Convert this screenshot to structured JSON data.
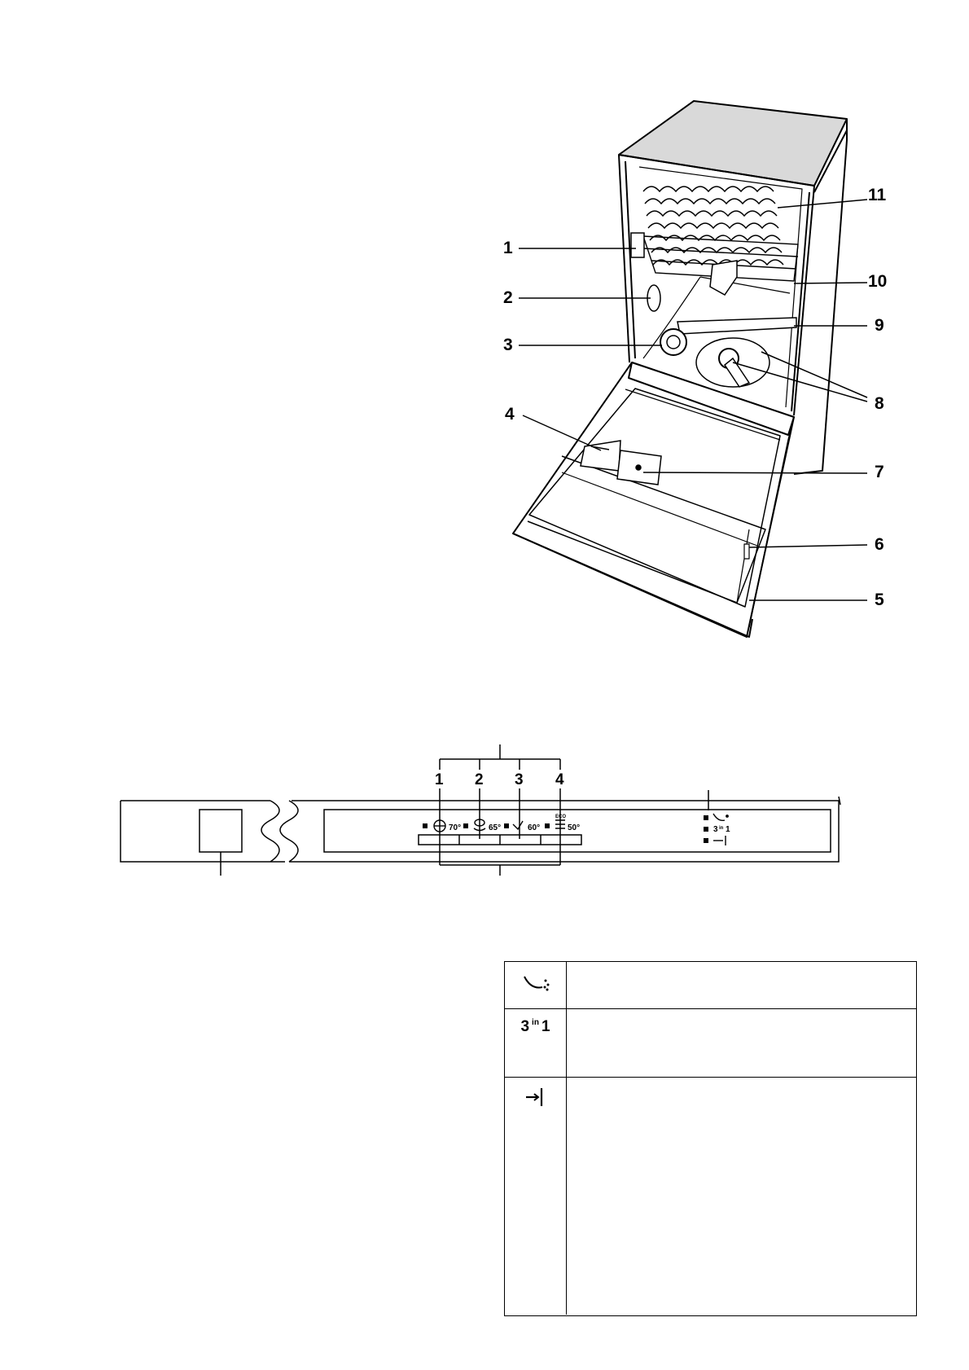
{
  "appliance_callouts": [
    "1",
    "2",
    "3",
    "4",
    "5",
    "6",
    "7",
    "8",
    "9",
    "10",
    "11"
  ],
  "control_panel": {
    "program_numbers": [
      "1",
      "2",
      "3",
      "4"
    ],
    "program_temps": [
      "70°",
      "65°",
      "60°",
      "50°"
    ],
    "eco_label": "ECO",
    "indicator_3in1": {
      "main": "3",
      "small": "in",
      "tail": "1"
    }
  },
  "legend": {
    "rows": [
      {
        "icon": "salt-indicator-icon",
        "description": ""
      },
      {
        "icon": "3in1-icon",
        "main": "3",
        "small": "in",
        "tail": "1",
        "description": ""
      },
      {
        "icon": "end-of-program-icon",
        "description": ""
      }
    ]
  }
}
